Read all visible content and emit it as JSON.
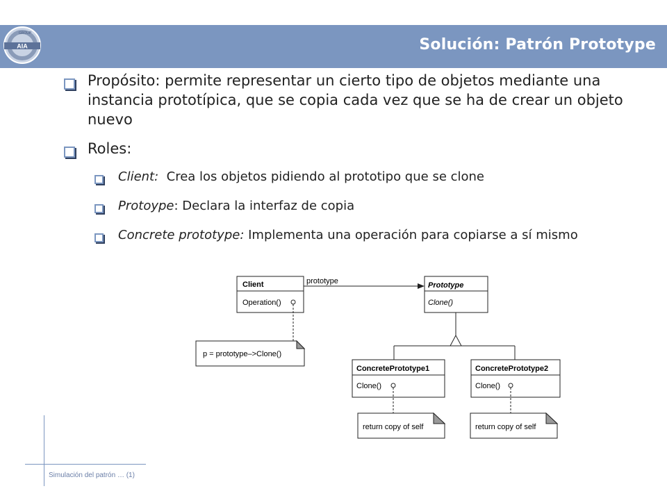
{
  "header": {
    "title": "Solución: Patrón Prototype",
    "logo_text_top": "GROUP",
    "logo_text_main": "AIA"
  },
  "content": {
    "proposito": "Propósito: permite representar un cierto tipo de objetos mediante una instancia prototípica, que se copia cada vez que se ha de crear un objeto nuevo",
    "roles_label": "Roles:",
    "roles": [
      {
        "name": "Client:",
        "desc": "  Crea los objetos pidiendo al prototipo que se clone"
      },
      {
        "name": "Protoype",
        "desc": ": Declara la interfaz de copia"
      },
      {
        "name": "Concrete prototype:",
        "desc": " Implementa una operación para copiarse a sí mismo"
      }
    ]
  },
  "diagram": {
    "client": {
      "name": "Client",
      "operation": "Operation()"
    },
    "prototype": {
      "name": "Prototype",
      "operation": "Clone()"
    },
    "association_label": "prototype",
    "client_note": "p = prototype–>Clone()",
    "concrete1": {
      "name": "ConcretePrototype1",
      "operation": "Clone()",
      "note": "return copy of self"
    },
    "concrete2": {
      "name": "ConcretePrototype2",
      "operation": "Clone()",
      "note": "return copy of self"
    }
  },
  "footer": {
    "text": "Simulación del patrón … (1)"
  },
  "colors": {
    "accent": "#7b96c0",
    "bullet_shadow": "#2e3f5e",
    "text": "#222222"
  }
}
